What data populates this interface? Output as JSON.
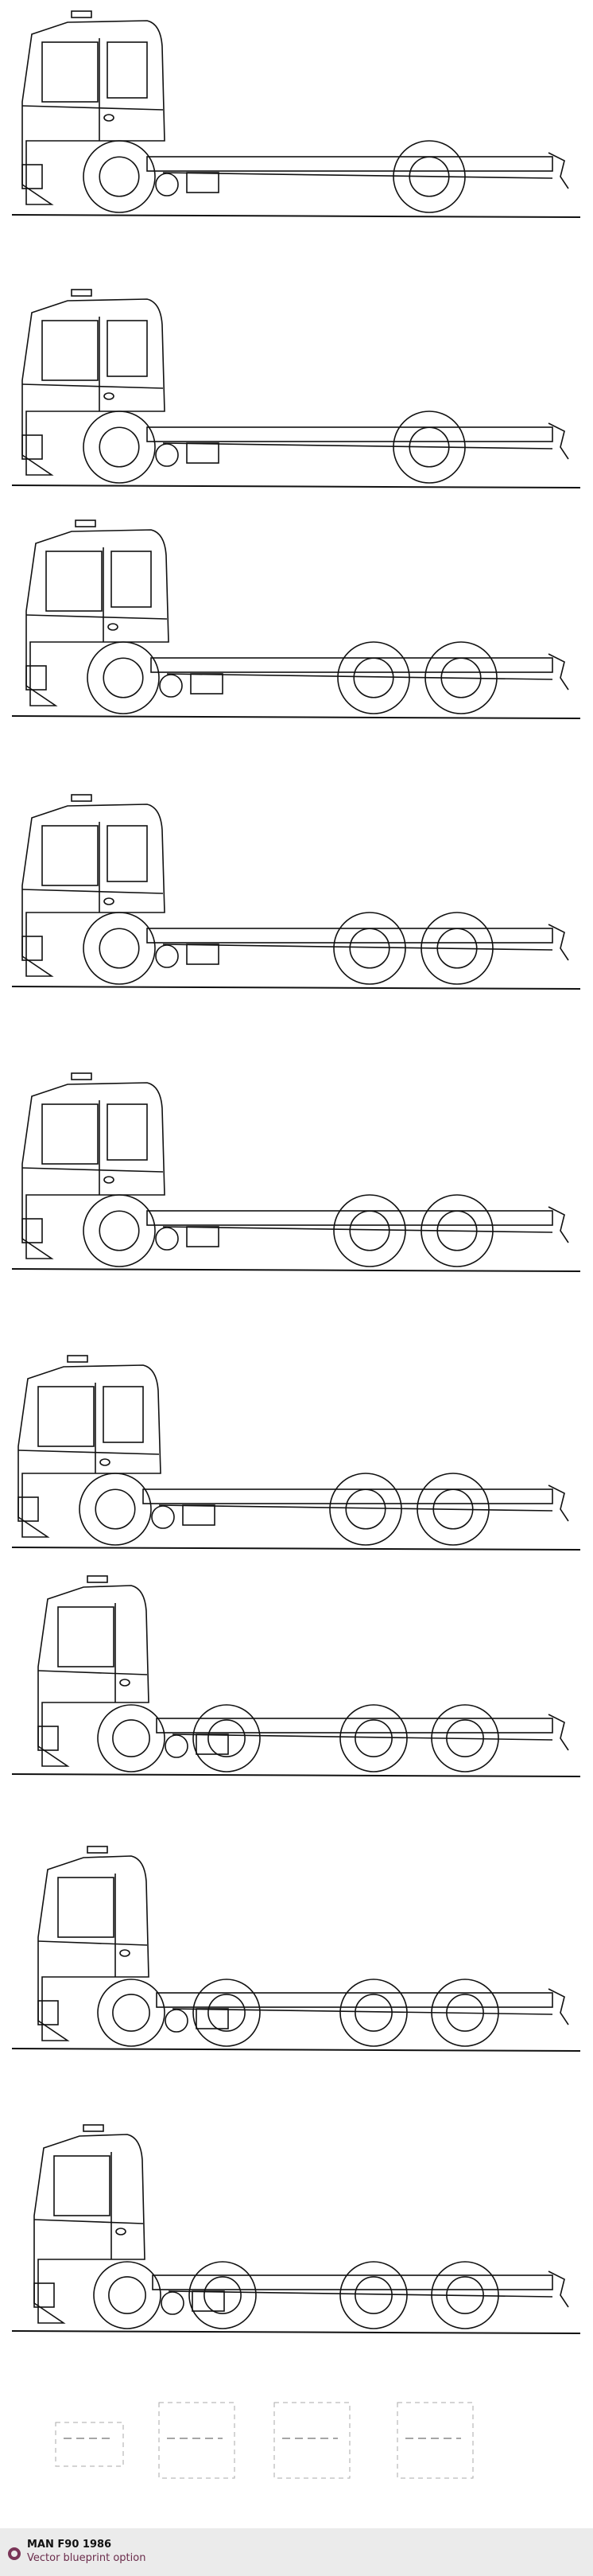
{
  "blueprint": {
    "views": [
      {
        "name": "side-view-4x2-variant-1",
        "axles": 2
      },
      {
        "name": "side-view-4x2-variant-2",
        "axles": 2
      },
      {
        "name": "side-view-6x2-variant-1",
        "axles": 3
      },
      {
        "name": "side-view-6x2-variant-2",
        "axles": 3
      },
      {
        "name": "side-view-6x4-variant-1",
        "axles": 3
      },
      {
        "name": "side-view-6x4-variant-2",
        "axles": 3
      },
      {
        "name": "side-view-8x4-variant-1",
        "axles": 4
      },
      {
        "name": "side-view-8x4-variant-2",
        "axles": 4
      },
      {
        "name": "side-view-8x4-variant-3",
        "axles": 4
      },
      {
        "name": "top-views",
        "axles": 0
      }
    ]
  },
  "footer": {
    "title": "MAN F90 1986",
    "subtitle": "Vector blueprint option",
    "accent_color": "#7a3558"
  }
}
